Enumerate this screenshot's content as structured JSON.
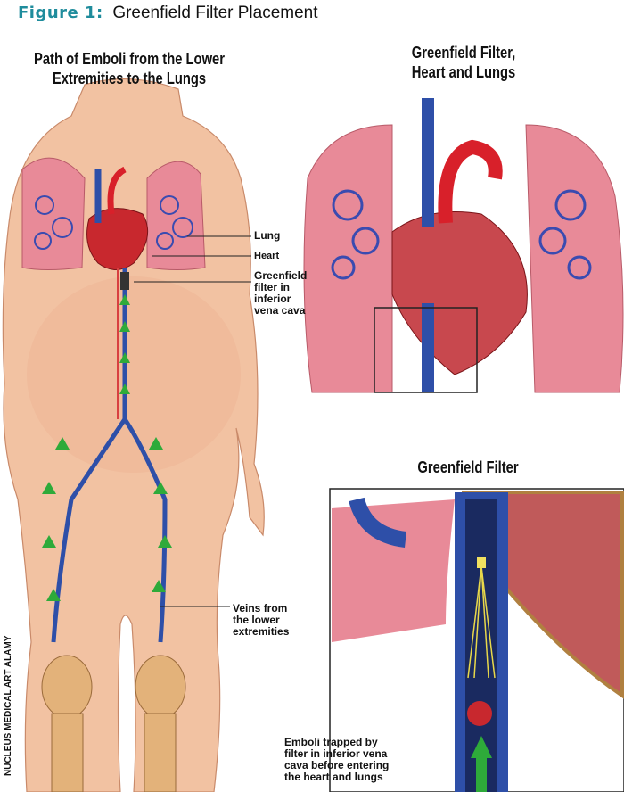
{
  "figure": {
    "number_label": "Figure 1:",
    "title": "Greenfield Filter Placement"
  },
  "left_panel": {
    "heading_line1": "Path of Emboli from the Lower",
    "heading_line2": "Extremities to the Lungs",
    "labels": {
      "lung": "Lung",
      "heart": "Heart",
      "filter_line1": "Greenfield",
      "filter_line2": "filter in",
      "filter_line3": "inferior",
      "filter_line4": "vena cava",
      "veins_line1": "Veins from",
      "veins_line2": "the lower",
      "veins_line3": "extremities"
    },
    "credit": "NUCLEUS MEDICAL ART ALAMY"
  },
  "top_right_panel": {
    "heading_line1": "Greenfield Filter,",
    "heading_line2": "Heart and Lungs"
  },
  "bottom_right_panel": {
    "heading": "Greenfield Filter",
    "emboli_line1": "Emboli trapped by",
    "emboli_line2": "filter in inferior vena",
    "emboli_line3": "cava before entering",
    "emboli_line4": "the heart and lungs"
  },
  "colors": {
    "figure_label": "#1f8c9c",
    "skin": "#f2c2a2",
    "lung": "#e88a98",
    "vein": "#2e4fa8",
    "artery": "#d8202a",
    "arrow": "#2eaa3a"
  }
}
